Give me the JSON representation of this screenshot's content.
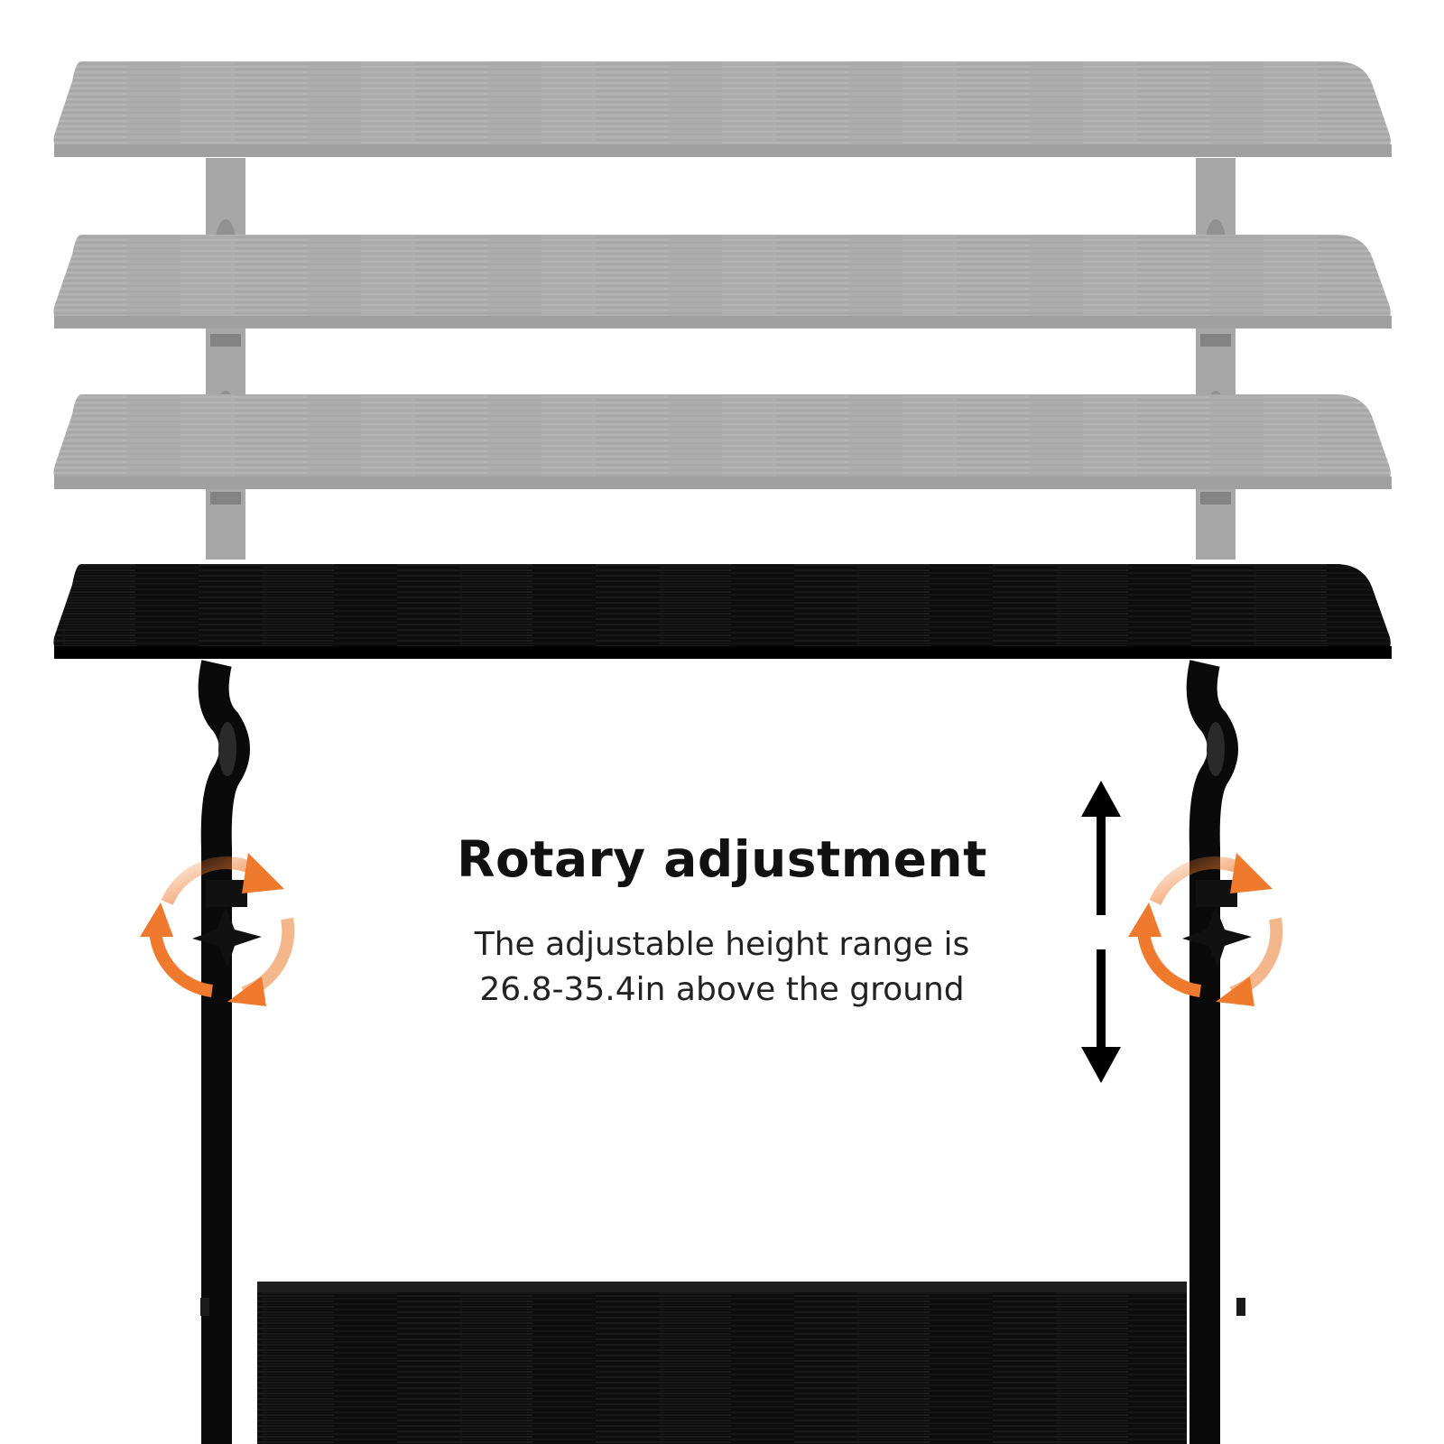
{
  "feature": {
    "title": "Rotary adjustment",
    "description_line1": "The adjustable height range is",
    "description_line2": "26.8-35.4in above the ground"
  },
  "colors": {
    "background": "#ffffff",
    "ghost_board": "#a9a9a9",
    "board": "#0d0d0d",
    "frame": "#0a0a0a",
    "rotation_arrow": "#ef7a2e",
    "height_arrow": "#000000"
  },
  "icons": {
    "rotation": "rotation-arrows-icon",
    "height": "double-arrow-vertical-icon",
    "knob": "knob-icon"
  }
}
